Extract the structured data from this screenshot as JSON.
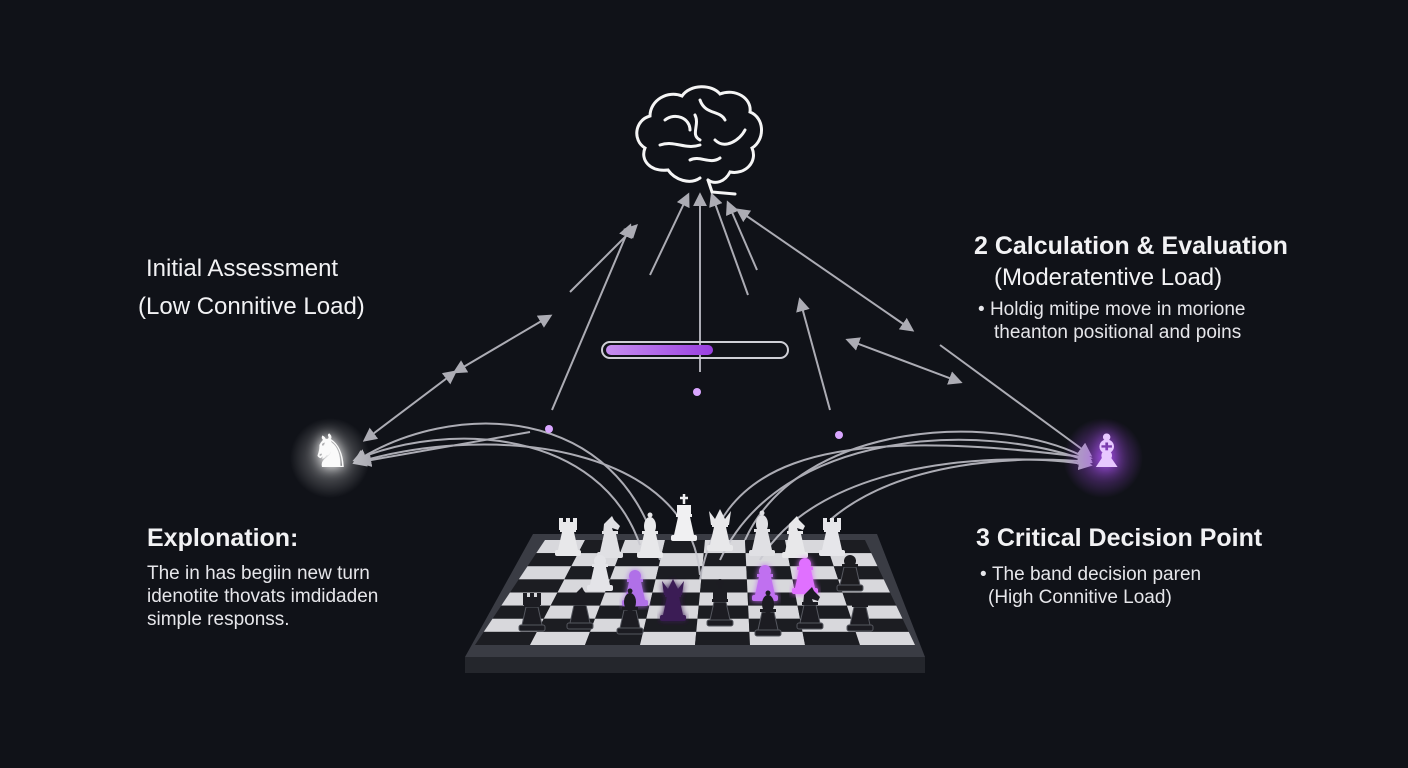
{
  "stage1": {
    "title": "Initial Assessment",
    "subtitle": "(Low Connitive Load)"
  },
  "stage2": {
    "title": "2 Calculation & Evaluation",
    "subtitle": "(Moderatentive Load)",
    "bullet_line1": "Holdig mitipe move in morione",
    "bullet_line2": "theanton positional and poins"
  },
  "stage3": {
    "title": "3 Critical Decision Point",
    "bullet_line1": "The band decision paren",
    "bullet_line2": "(High Connitive Load)"
  },
  "explanation": {
    "title": "Explonation:",
    "line1": "The in has begiin new turn",
    "line2": "idenotite thovats imdidaden",
    "line3": "simple responss."
  },
  "progress": {
    "value_percent": 60
  },
  "icons": {
    "brain": "brain-icon",
    "knight": "white-knight-icon",
    "bishop": "purple-bishop-icon",
    "board": "chessboard"
  },
  "colors": {
    "background": "#101218",
    "accent": "#a855f7",
    "arrow": "#c8c8d0"
  }
}
